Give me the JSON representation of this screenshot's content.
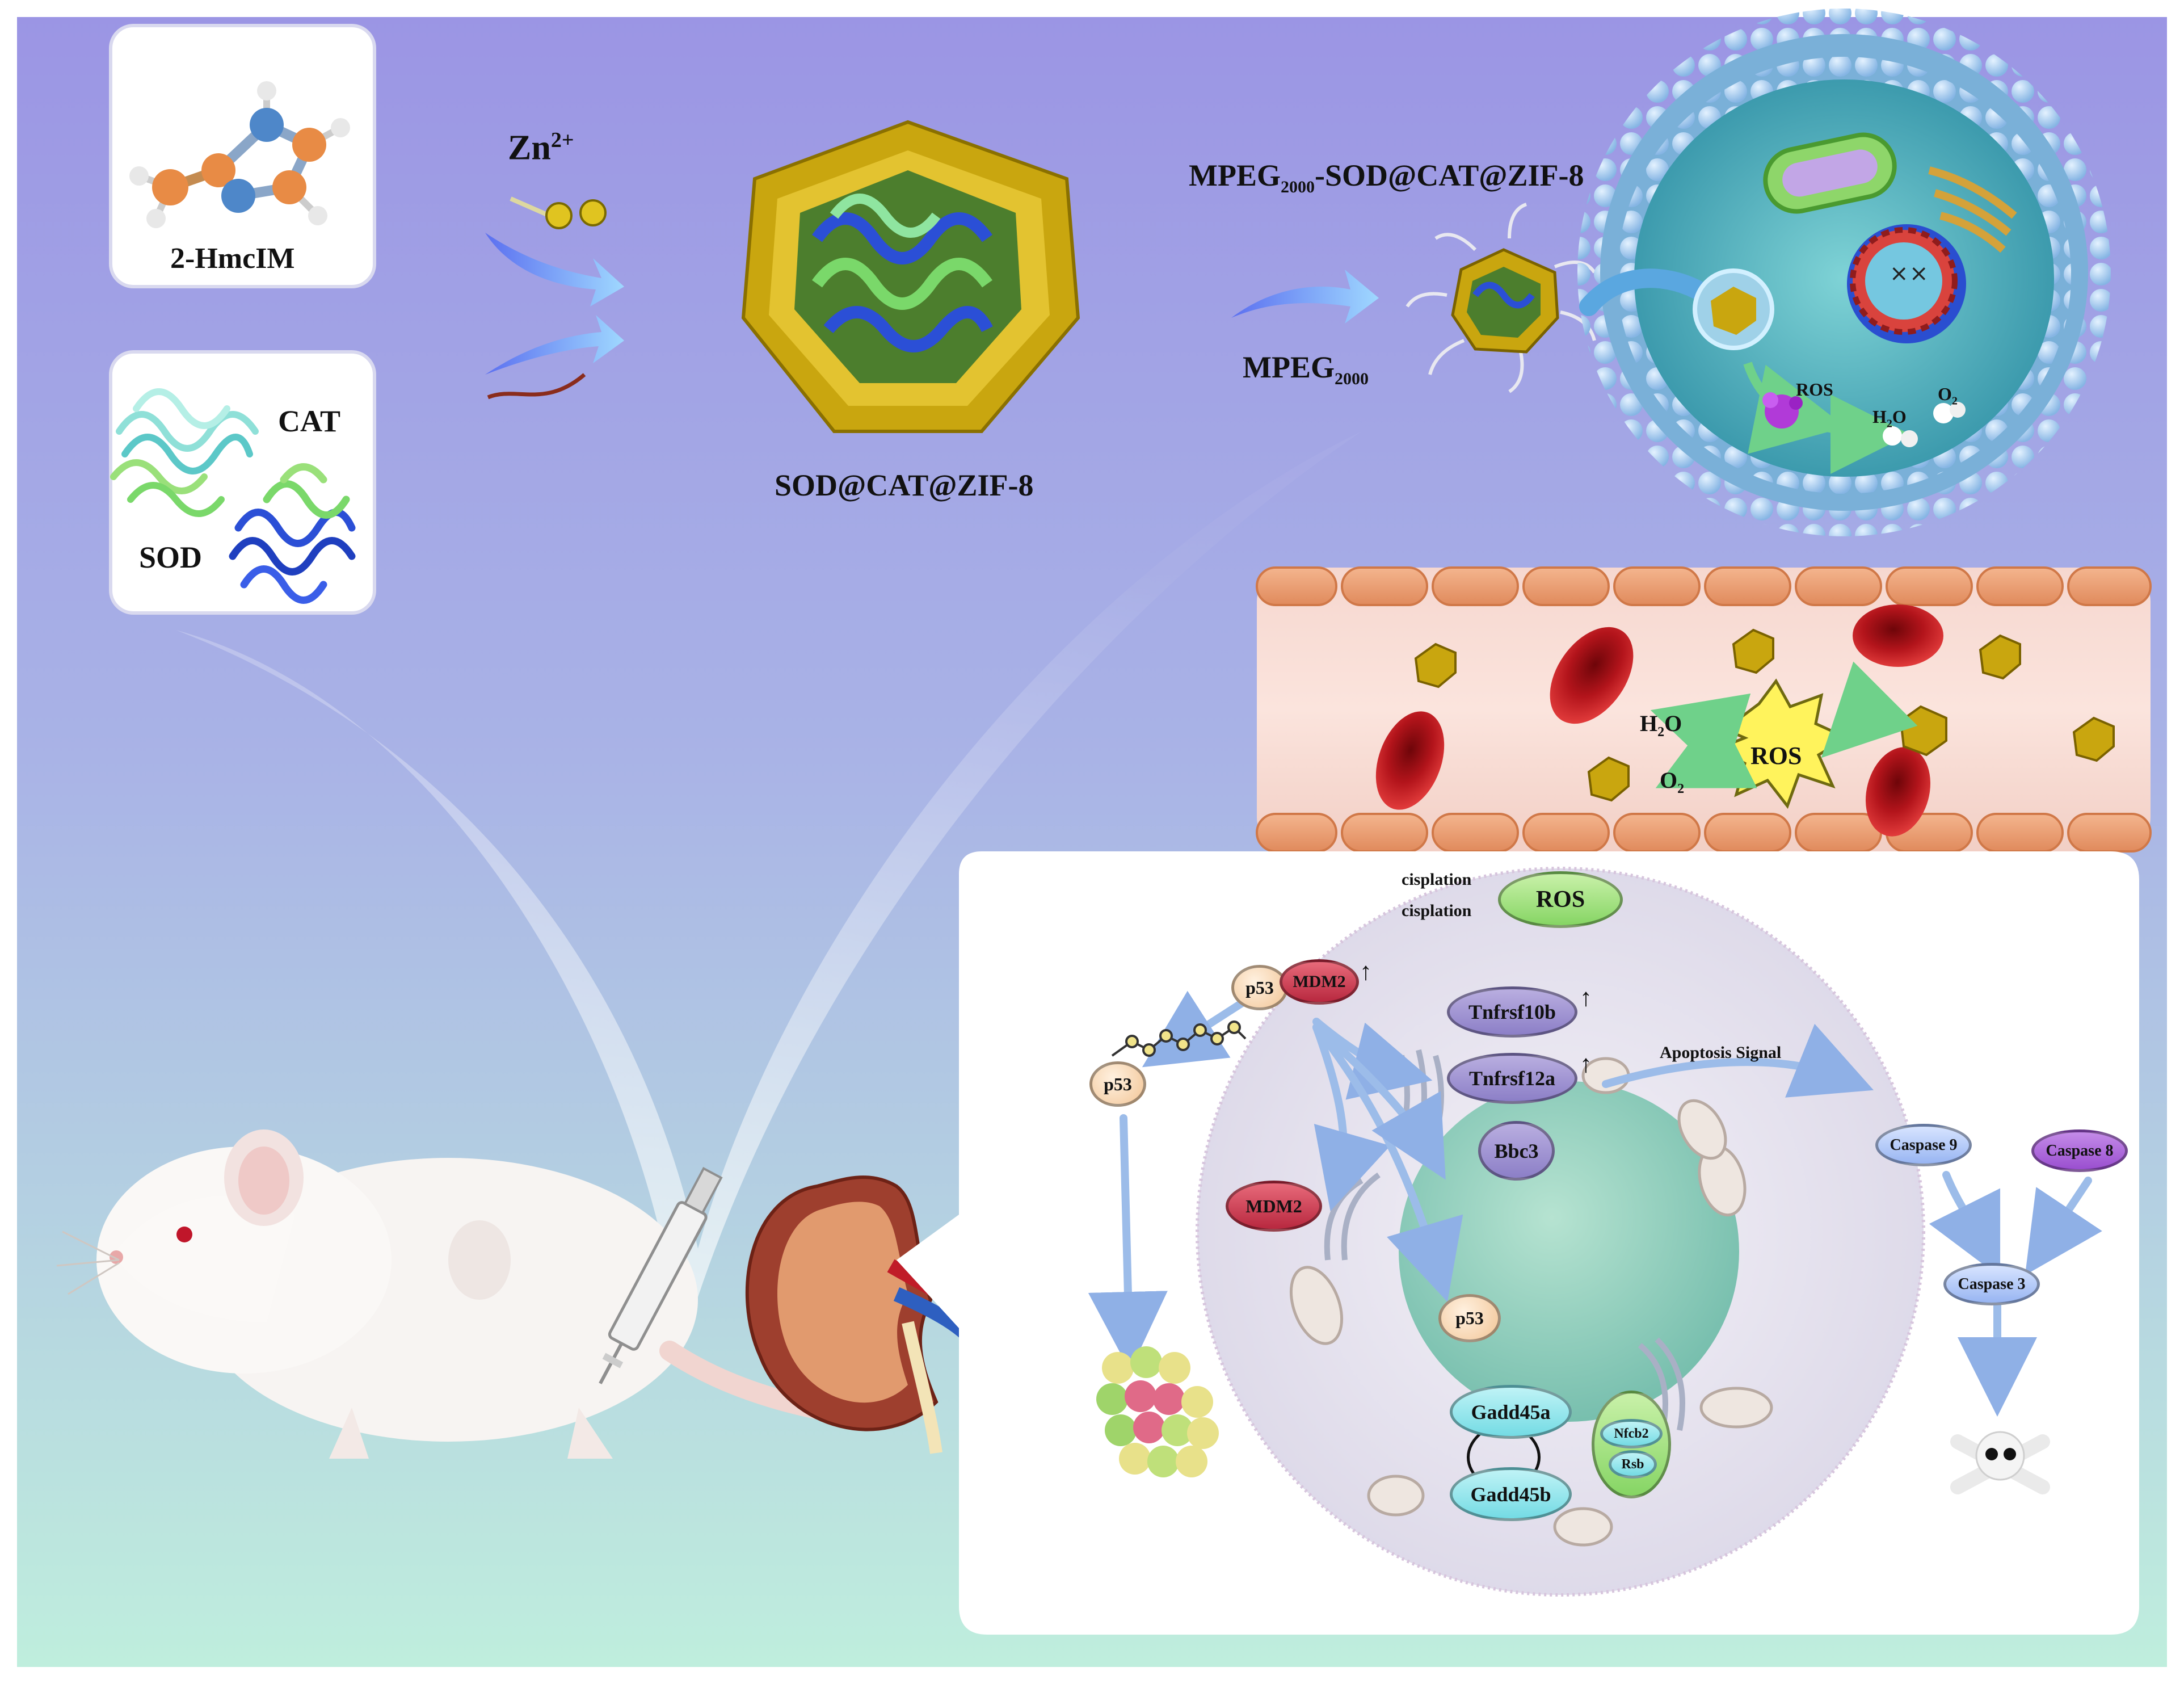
{
  "colors": {
    "bg_top": "#9b95e4",
    "bg_bottom": "#bfeedd",
    "zif_gold": "#c9a60f",
    "protein_blue": "#2b4fd6",
    "protein_green": "#7ad86a",
    "rbc_red": "#b3141b",
    "lipid_blue": "#9ec7ec",
    "ros_yellow": "#fff35c"
  },
  "icons": [
    "methylimidazole-molecule-icon",
    "cat-protein-icon",
    "sod-protein-icon",
    "zinc-ion-icon",
    "zif8-cage-icon",
    "nanoparticle-icon",
    "cell-membrane-icon",
    "mitochondrion-icon",
    "nucleus-icon",
    "red-blood-cell-icon",
    "ros-burst-icon",
    "rat-icon",
    "syringe-icon",
    "kidney-icon",
    "proteasome-icon",
    "skull-crossbones-icon"
  ],
  "synthesis": {
    "ligand": "2-HmcIM",
    "cat": "CAT",
    "sod": "SOD",
    "zn": "Zn",
    "zn_charge": "2+",
    "cage": "SOD@CAT@ZIF-8",
    "mpeg": "MPEG",
    "mpeg_sub": "2000",
    "product_a": "MPEG",
    "product_sub": "2000",
    "product_b": "-SOD@CAT@ZIF-8"
  },
  "cell_top": {
    "ros": "ROS",
    "h2o": "H",
    "h2o_sub": "2",
    "h2o_end": "O",
    "o2": "O",
    "o2_sub": "2"
  },
  "vessel": {
    "h2o": "H",
    "h2o_sub": "2",
    "h2o_end": "O",
    "o2": "O",
    "o2_sub": "2",
    "ros": "ROS"
  },
  "pathway": {
    "cisplatin_1": "cisplation",
    "cisplatin_2": "cisplation",
    "ros": "ROS",
    "p53_a": "p53",
    "mdm2_a": "MDM2",
    "p53_b": "p53",
    "tnfrsf10b": "Tnfrsf10b",
    "tnfrsf12a": "Tnfrsf12a",
    "bbc3": "Bbc3",
    "mdm2_b": "MDM2",
    "p53_c": "p53",
    "gadd45a": "Gadd45a",
    "gadd45b": "Gadd45b",
    "nfkb2": "Nfcb2",
    "rb": "Rsb",
    "apoptosis": "Apoptosis Signal",
    "caspase9": "Caspase 9",
    "caspase8": "Caspase 8",
    "caspase3": "Caspase 3",
    "up_arrow": "↑"
  }
}
